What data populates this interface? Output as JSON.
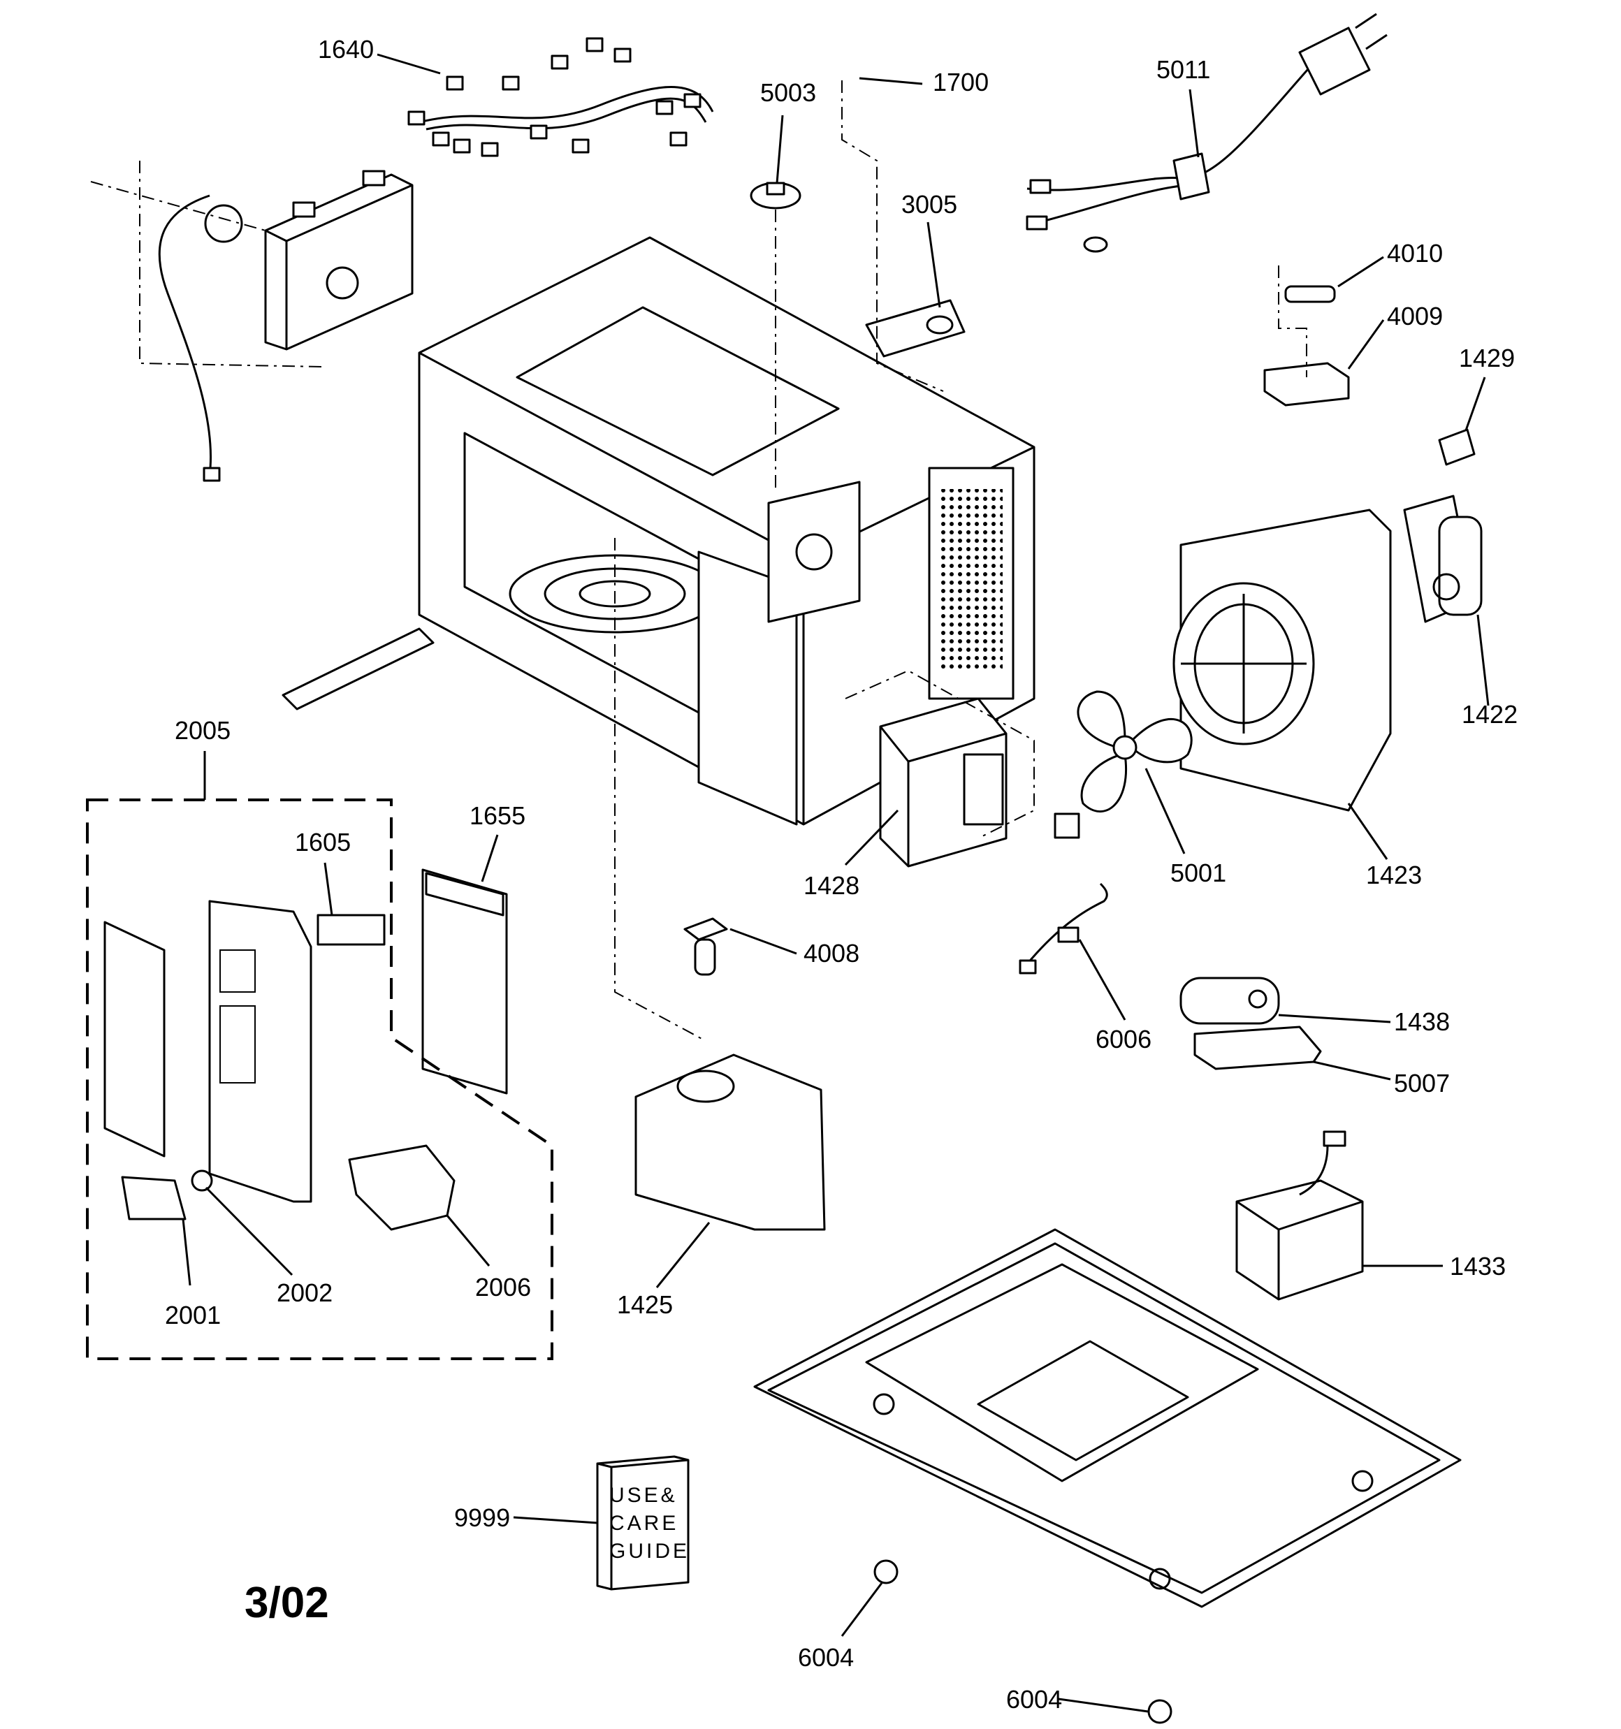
{
  "diagram": {
    "date_code": "3/02",
    "guide_book": {
      "lines": [
        "USE&",
        "CARE",
        "GUIDE"
      ]
    },
    "parts": [
      {
        "id": "p1640",
        "number": "1640"
      },
      {
        "id": "p1700",
        "number": "1700"
      },
      {
        "id": "p5003",
        "number": "5003"
      },
      {
        "id": "p5011",
        "number": "5011"
      },
      {
        "id": "p3005",
        "number": "3005"
      },
      {
        "id": "p4010",
        "number": "4010"
      },
      {
        "id": "p4009",
        "number": "4009"
      },
      {
        "id": "p1429",
        "number": "1429"
      },
      {
        "id": "p1422",
        "number": "1422"
      },
      {
        "id": "p2005",
        "number": "2005"
      },
      {
        "id": "p1605",
        "number": "1605"
      },
      {
        "id": "p1655",
        "number": "1655"
      },
      {
        "id": "p1428",
        "number": "1428"
      },
      {
        "id": "p5001",
        "number": "5001"
      },
      {
        "id": "p1423",
        "number": "1423"
      },
      {
        "id": "p4008",
        "number": "4008"
      },
      {
        "id": "p6006",
        "number": "6006"
      },
      {
        "id": "p1438",
        "number": "1438"
      },
      {
        "id": "p5007",
        "number": "5007"
      },
      {
        "id": "p2002",
        "number": "2002"
      },
      {
        "id": "p2006",
        "number": "2006"
      },
      {
        "id": "p2001",
        "number": "2001"
      },
      {
        "id": "p1425",
        "number": "1425"
      },
      {
        "id": "p1433",
        "number": "1433"
      },
      {
        "id": "p9999",
        "number": "9999"
      },
      {
        "id": "p6004a",
        "number": "6004"
      },
      {
        "id": "p6004b",
        "number": "6004"
      }
    ]
  }
}
